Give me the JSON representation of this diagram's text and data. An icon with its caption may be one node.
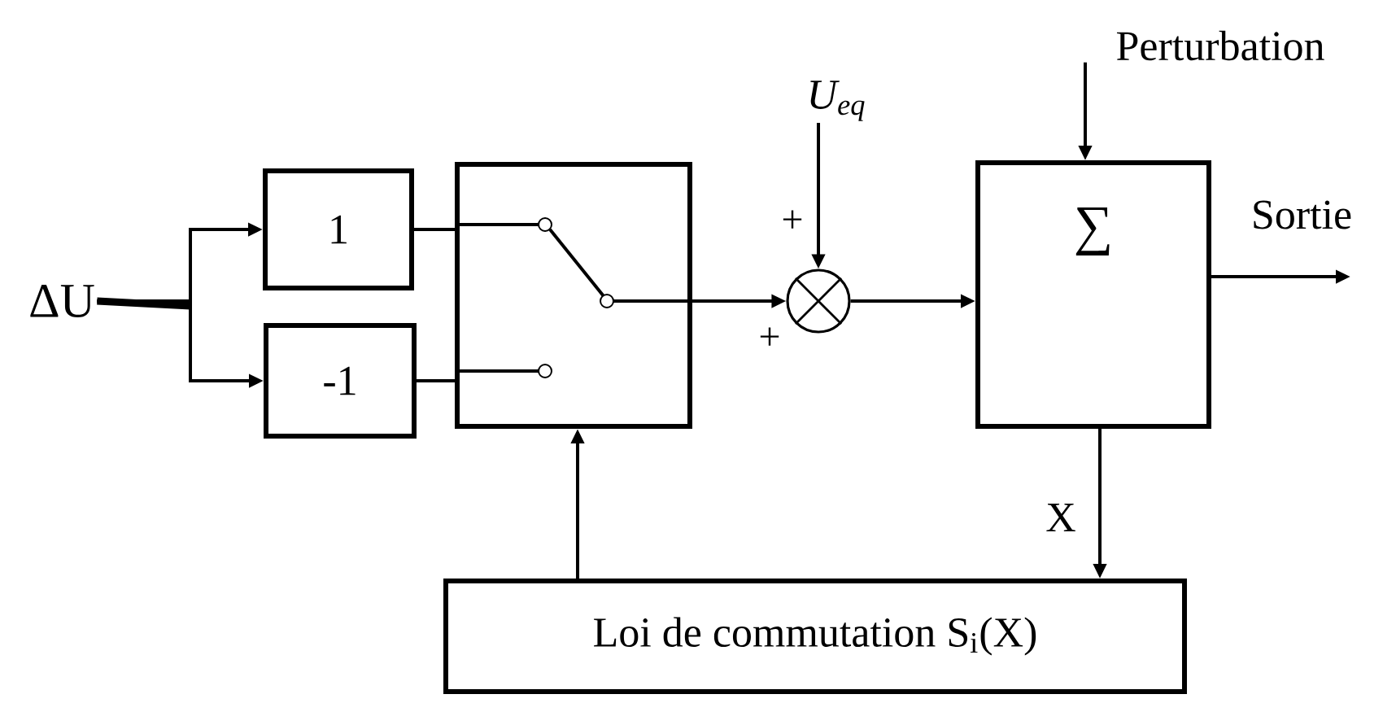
{
  "diagram": {
    "nodes": [
      {
        "text": [
          "ΔU"
        ]
      },
      {
        "text": [
          "1"
        ]
      },
      {
        "text": [
          "-1"
        ]
      },
      {
        "text": [],
        "shape": "box"
      },
      {
        "text": [
          "U$_{eq}$"
        ]
      },
      {
        "text": [],
        "shape": "circle"
      },
      {
        "text": [
          "Perturbation"
        ]
      },
      {
        "text": [
          "∑"
        ]
      },
      {
        "text": [
          "Loi de commutation S$_{i}$(X)"
        ]
      }
    ],
    "edges": [
      {
        "from": 0,
        "to": 1,
        "arrow": "to"
      },
      {
        "from": 0,
        "to": 2,
        "arrow": "to"
      },
      {
        "from": 1,
        "to": 3,
        "arrow": "none"
      },
      {
        "from": 2,
        "to": 3,
        "arrow": "none"
      },
      {
        "from": 3,
        "to": 5,
        "arrow": "to"
      },
      {
        "from": 4,
        "to": 5,
        "arrow": "to"
      },
      {
        "from": 6,
        "to": 7,
        "arrow": "to"
      },
      {
        "from": 5,
        "to": 7,
        "arrow": "to"
      },
      {
        "from": 7,
        "to": null,
        "arrow": "to",
        "label": "Sortie"
      },
      {
        "from": 7,
        "to": 8,
        "arrow": "to",
        "label": "X"
      },
      {
        "from": 8,
        "to": 3,
        "arrow": "to"
      }
    ],
    "labels": [
      "+",
      "+"
    ]
  }
}
